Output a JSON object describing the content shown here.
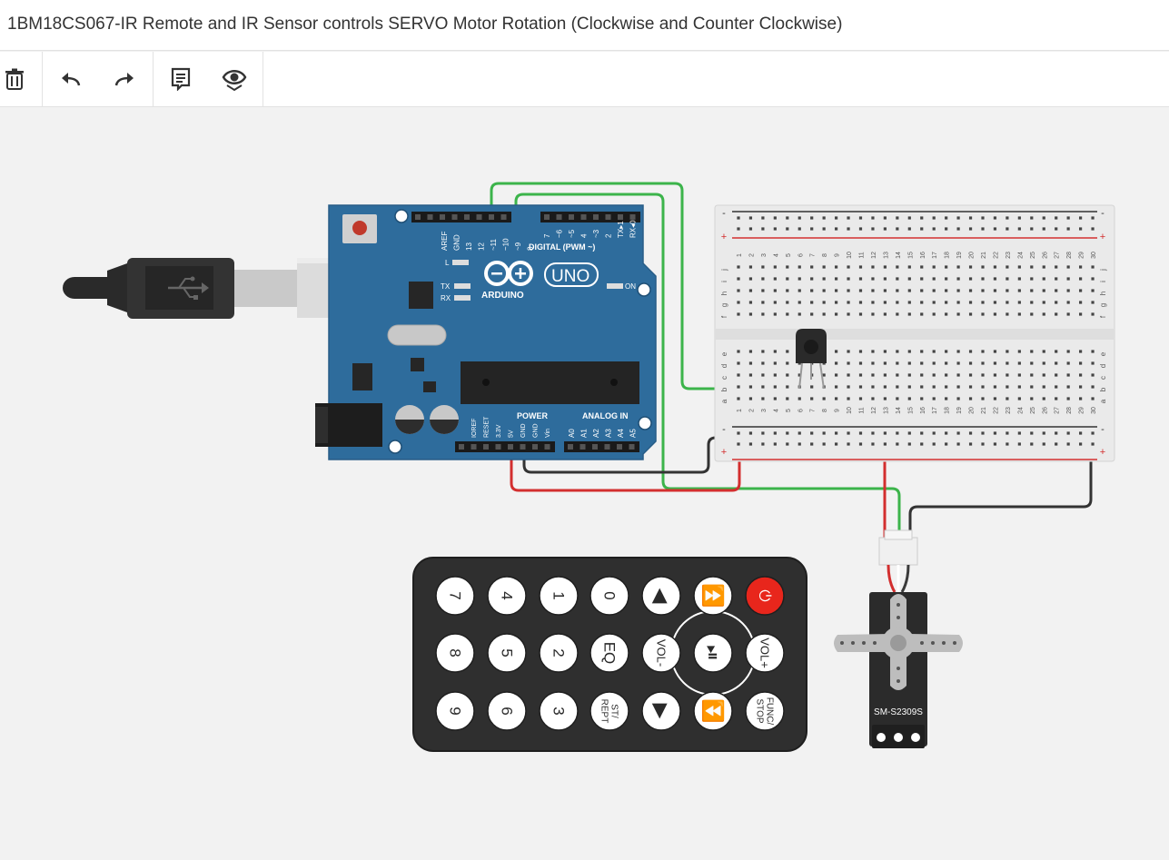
{
  "title": "1BM18CS067-IR Remote and IR Sensor controls SERVO Motor Rotation (Clockwise and Counter Clockwise)",
  "toolbar": {
    "buttons": [
      {
        "name": "delete",
        "icon": "trash-icon"
      },
      {
        "name": "undo",
        "icon": "undo-icon"
      },
      {
        "name": "redo",
        "icon": "redo-icon"
      },
      {
        "name": "notes",
        "icon": "notes-icon"
      },
      {
        "name": "visibility",
        "icon": "eye-icon"
      }
    ]
  },
  "arduino": {
    "logo": "ARDUINO",
    "model": "UNO",
    "header_top_labels": [
      "AREF",
      "GND",
      "13",
      "12",
      "~11",
      "~10",
      "~9",
      "8"
    ],
    "header_top_right_labels": [
      "7",
      "~6",
      "~5",
      "4",
      "~3",
      "2",
      "TX▸1",
      "RX◂0"
    ],
    "digital_label": "DIGITAL (PWM ~)",
    "led_l": "L",
    "led_tx": "TX",
    "led_rx": "RX",
    "led_on": "ON",
    "power_label": "POWER",
    "analog_label": "ANALOG IN",
    "power_pins": [
      "IOREF",
      "RESET",
      "3.3V",
      "5V",
      "GND",
      "GND",
      "Vin"
    ],
    "analog_pins": [
      "A0",
      "A1",
      "A2",
      "A3",
      "A4",
      "A5"
    ]
  },
  "breadboard": {
    "columns": [
      "1",
      "2",
      "3",
      "4",
      "5",
      "6",
      "7",
      "8",
      "9",
      "10",
      "11",
      "12",
      "13",
      "14",
      "15",
      "16",
      "17",
      "18",
      "19",
      "20",
      "21",
      "22",
      "23",
      "24",
      "25",
      "26",
      "27",
      "28",
      "29",
      "30"
    ],
    "rows_top": [
      "j",
      "i",
      "h",
      "g",
      "f"
    ],
    "rows_bottom": [
      "e",
      "d",
      "c",
      "b",
      "a"
    ],
    "rail_minus": "-",
    "rail_plus": "+"
  },
  "servo": {
    "label": "SM-S2309S"
  },
  "remote": {
    "buttons": [
      [
        "7",
        "4",
        "1",
        "0",
        "◀",
        "⏫",
        "⏻"
      ],
      [
        "8",
        "5",
        "2",
        "EQ",
        "VOL-",
        "⏯",
        "VOL+"
      ],
      [
        "9",
        "6",
        "3",
        "ST/ REPT",
        "▶",
        "⏬",
        "FUNC/ STOP"
      ]
    ]
  },
  "colors": {
    "arduino_board": "#2e6c9c",
    "wire_green": "#3cb44b",
    "wire_red": "#d32f2f",
    "wire_black": "#333333",
    "remote_body": "#2f2f2f",
    "power_button": "#e8261c",
    "breadboard": "#eaeaea"
  }
}
